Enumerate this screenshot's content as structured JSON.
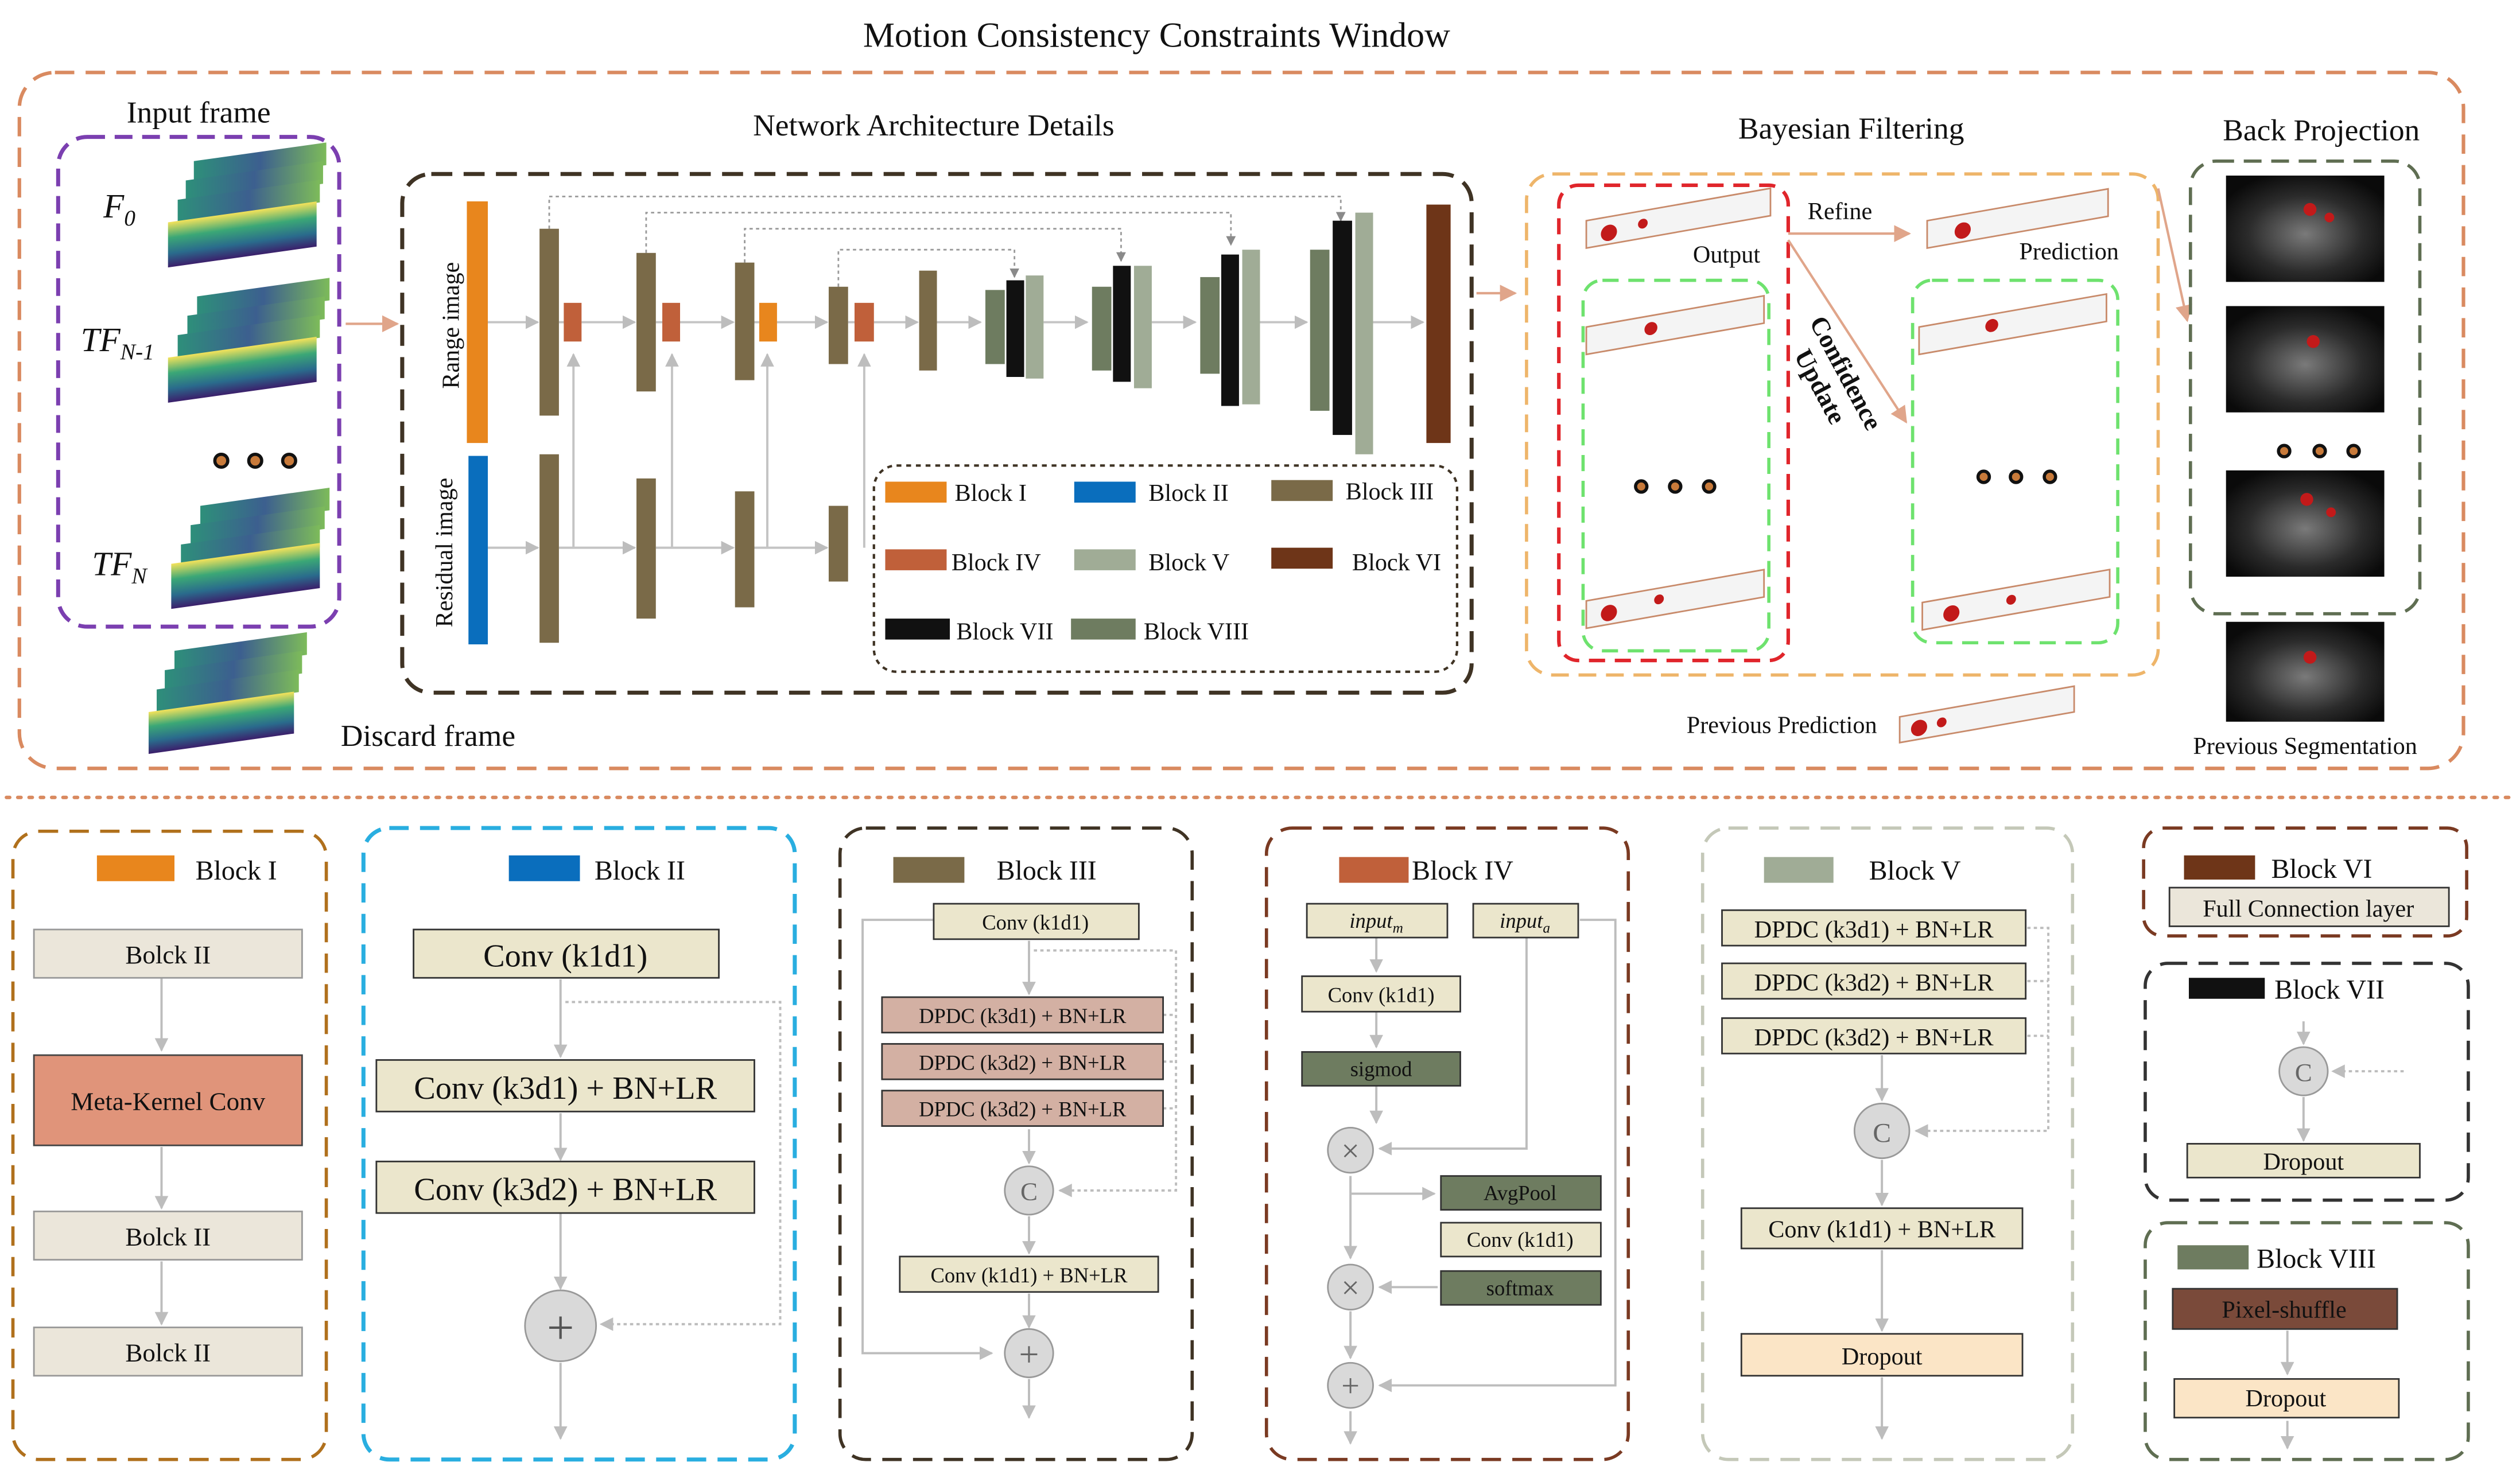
{
  "title": "Motion Consistency Constraints Window",
  "top": {
    "input": {
      "heading": "Input frame",
      "frames": [
        {
          "base": "F",
          "sub": "0"
        },
        {
          "base": "TF",
          "sub": "N-1"
        },
        {
          "base": "TF",
          "sub": "N"
        }
      ],
      "discard_label": "Discard frame"
    },
    "network": {
      "heading": "Network Architecture Details",
      "range_label": "Range image",
      "residual_label": "Residual image"
    },
    "legend": [
      {
        "label": "Block I",
        "color": "#E8861D"
      },
      {
        "label": "Block II",
        "color": "#0A6EBD"
      },
      {
        "label": "Block III",
        "color": "#7A6A48"
      },
      {
        "label": "Block IV",
        "color": "#C0603A"
      },
      {
        "label": "Block V",
        "color": "#A0AC96"
      },
      {
        "label": "Block VI",
        "color": "#6E3518"
      },
      {
        "label": "Block VII",
        "color": "#111111"
      },
      {
        "label": "Block VIII",
        "color": "#6E7C60"
      }
    ],
    "bayes": {
      "heading": "Bayesian Filtering",
      "output": "Output",
      "refine": "Refine",
      "prediction": "Prediction",
      "confidence_update": [
        "Confidence",
        "Update"
      ],
      "previous_prediction": "Previous Prediction"
    },
    "back": {
      "heading": "Back Projection",
      "previous_segmentation": "Previous Segmentation"
    }
  },
  "blocks": {
    "b1": {
      "title": "Block I",
      "color": "#E8861D",
      "boxes": [
        "Bolck II",
        "Meta-Kernel Conv",
        "Bolck II",
        "Bolck II"
      ]
    },
    "b2": {
      "title": "Block II",
      "color": "#0A6EBD",
      "boxes": [
        "Conv (k1d1)",
        "Conv (k3d1) + BN+LR",
        "Conv (k3d2) + BN+LR"
      ],
      "add": "+"
    },
    "b3": {
      "title": "Block III",
      "color": "#7A6A48",
      "boxes": [
        "Conv (k1d1)",
        "DPDC (k3d1) + BN+LR",
        "DPDC (k3d2) + BN+LR",
        "DPDC (k3d2) + BN+LR",
        "Conv (k1d1) + BN+LR"
      ],
      "concat": "C",
      "add": "+"
    },
    "b4": {
      "title": "Block IV",
      "color": "#C0603A",
      "input_m": {
        "base": "input",
        "sub": "m"
      },
      "input_a": {
        "base": "input",
        "sub": "a"
      },
      "boxes": [
        "Conv (k1d1)",
        "sigmod",
        "AvgPool",
        "Conv (k1d1)",
        "softmax"
      ],
      "mul": "×",
      "add": "+"
    },
    "b5": {
      "title": "Block V",
      "color": "#A0AC96",
      "boxes": [
        "DPDC (k3d1) + BN+LR",
        "DPDC (k3d2) + BN+LR",
        "DPDC (k3d2) + BN+LR",
        "Conv (k1d1) + BN+LR",
        "Dropout"
      ],
      "concat": "C"
    },
    "b6": {
      "title": "Block VI",
      "color": "#6E3518",
      "boxes": [
        "Full Connection layer"
      ]
    },
    "b7": {
      "title": "Block VII",
      "color": "#111111",
      "boxes": [
        "Dropout"
      ],
      "concat": "C"
    },
    "b8": {
      "title": "Block VIII",
      "color": "#6E7C60",
      "boxes": [
        "Pixel-shuffle",
        "Dropout"
      ]
    }
  }
}
